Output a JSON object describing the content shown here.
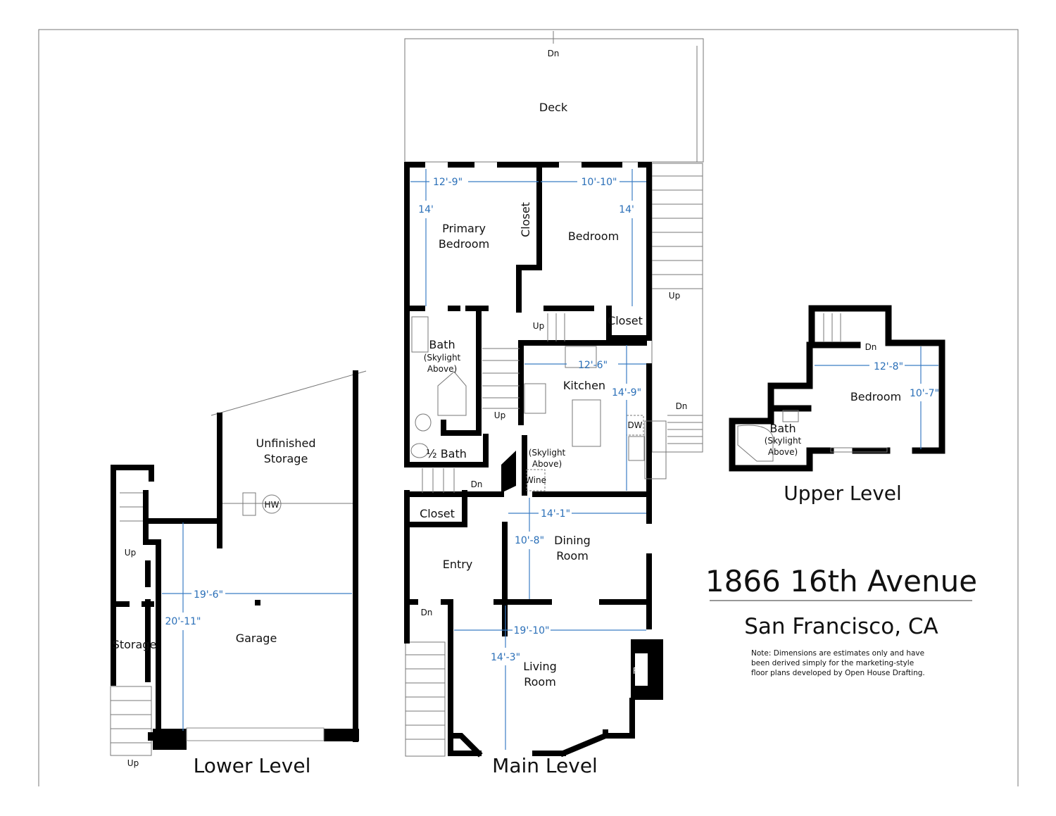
{
  "title": "1866 16th Avenue",
  "subtitle": "San Francisco, CA",
  "note": [
    "Note: Dimensions are estimates only and have",
    "been derived simply for the marketing-style",
    "floor plans developed by Open House Drafting."
  ],
  "levels": {
    "lower": "Lower Level",
    "main": "Main Level",
    "upper": "Upper Level"
  },
  "rooms": {
    "deck": "Deck",
    "primary_bedroom": [
      "Primary",
      "Bedroom"
    ],
    "closet_vertical": "Closet",
    "bedroom_main": "Bedroom",
    "closet_kitchen": "Closet",
    "bath": [
      "Bath",
      "(Skylight",
      "Above)"
    ],
    "kitchen": "Kitchen",
    "half_bath": "½ Bath",
    "skylight": [
      "(Skylight",
      "Above)"
    ],
    "wine": "Wine",
    "closet_entry": "Closet",
    "entry": "Entry",
    "dining": [
      "Dining",
      "Room"
    ],
    "living": [
      "Living",
      "Room"
    ],
    "unfinished": [
      "Unfinished",
      "Storage"
    ],
    "garage": "Garage",
    "storage": "Storage",
    "upper_bedroom": "Bedroom",
    "upper_bath": [
      "Bath",
      "(Skylight",
      "Above)"
    ]
  },
  "markers": {
    "up": "Up",
    "dn": "Dn",
    "dw": "DW",
    "fp": "FP",
    "hw": "HW"
  },
  "dimensions": {
    "primary_w": "12'-9\"",
    "primary_h": "14'",
    "bedroom_w": "10'-10\"",
    "bedroom_h": "14'",
    "kitchen_w": "12'-6\"",
    "kitchen_h": "14'-9\"",
    "dining_w": "14'-1\"",
    "dining_h": "10'-8\"",
    "living_w": "19'-10\"",
    "living_h": "14'-3\"",
    "garage_w": "19'-6\"",
    "garage_h": "20'-11\"",
    "upper_w": "12'-8\"",
    "upper_h": "10'-7\""
  },
  "colors": {
    "dimension": "#3b7dc4",
    "wall": "#000000"
  }
}
